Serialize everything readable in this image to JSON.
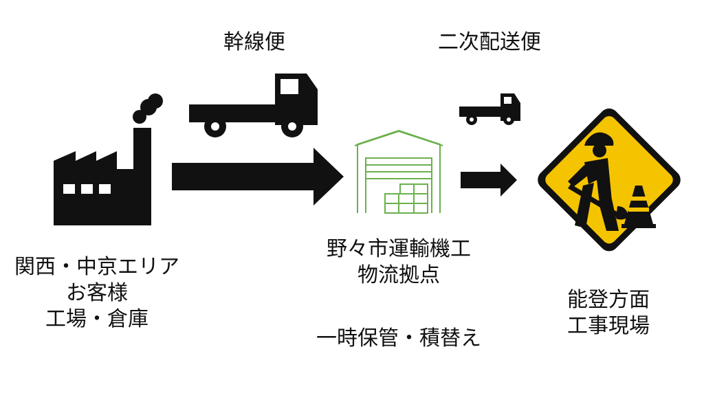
{
  "labels": {
    "trunk_route": "幹線便",
    "secondary_delivery": "二次配送便",
    "origin": {
      "line1": "関西・中京エリア",
      "line2": "お客様",
      "line3": "工場・倉庫"
    },
    "hub": {
      "line1": "野々市運輸機工",
      "line2": "物流拠点"
    },
    "hub_activity": "一時保管・積替え",
    "destination": {
      "line1": "能登方面",
      "line2": "工事現場"
    }
  },
  "icons": {
    "factory": "factory-icon",
    "truck_large": "truck-icon",
    "truck_small": "truck-icon",
    "warehouse": "warehouse-icon",
    "construction": "construction-sign-icon"
  },
  "colors": {
    "icon": "#111111",
    "warehouse": "#6ab04c",
    "sign_fill": "#f5c400",
    "sign_border": "#111111"
  }
}
